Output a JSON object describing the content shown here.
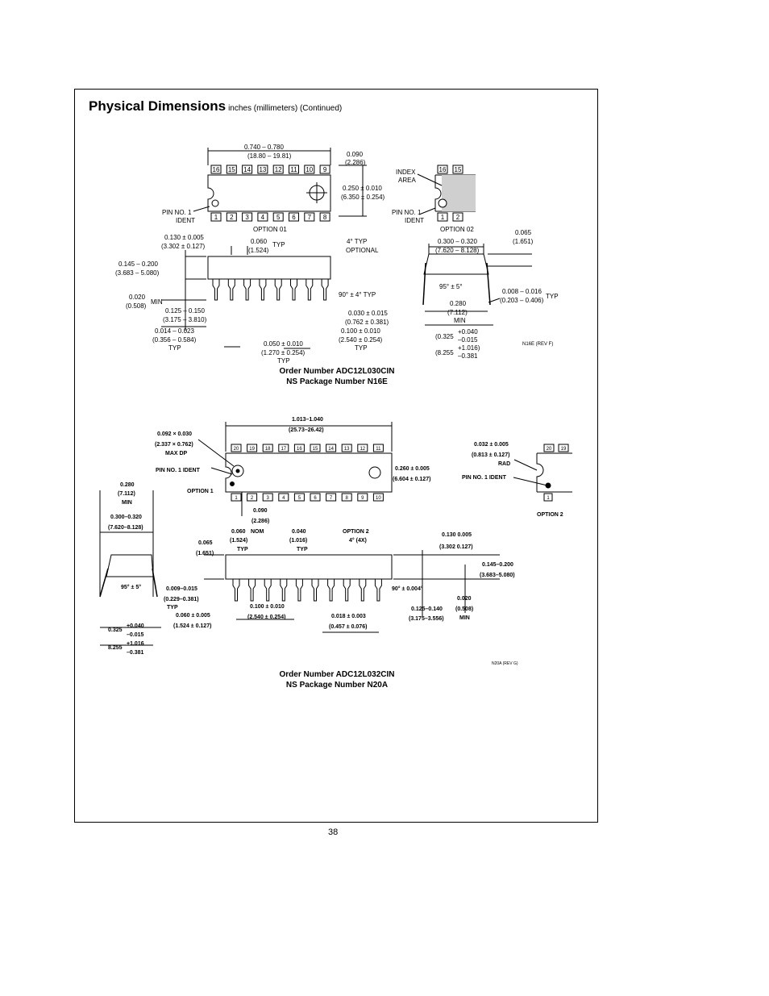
{
  "header": {
    "title": "Physical Dimensions",
    "subtitle": "inches (millimeters) (Continued)"
  },
  "n16e": {
    "order_line": "Order Number ADC12L030CIN",
    "package_line": "NS Package Number N16E",
    "rev": "N16E (REV F)",
    "top_pins": [
      "16",
      "15",
      "14",
      "13",
      "12",
      "11",
      "10",
      "9"
    ],
    "bottom_pins": [
      "1",
      "2",
      "3",
      "4",
      "5",
      "6",
      "7",
      "8"
    ],
    "opt2_top_pins": [
      "16",
      "15"
    ],
    "opt2_bottom_pins": [
      "1",
      "2"
    ],
    "length_in": "0.740 – 0.780",
    "length_mm": "(18.80 – 19.81)",
    "end_in": "0.090",
    "end_mm": "(2.286)",
    "width_in": "0.250 ± 0.010",
    "width_mm": "(6.350 ± 0.254)",
    "pin1_a": "PIN NO. 1",
    "pin1_b": "IDENT",
    "option01": "OPTION 01",
    "option02": "OPTION 02",
    "index_a": "INDEX",
    "index_b": "AREA",
    "pin1b_a": "PIN NO. 1",
    "pin1b_b": "IDENT",
    "d1_in": "0.130 ± 0.005",
    "d1_mm": "(3.302 ± 0.127)",
    "d2_in": "0.060",
    "d2_mm": "(1.524)",
    "typ": "TYP",
    "ang_a": "4° TYP",
    "ang_b": "OPTIONAL",
    "d3_in": "0.145 – 0.200",
    "d3_mm": "(3.683 – 5.080)",
    "d4_in": "0.020",
    "d4_mm": "(0.508)",
    "min": "MIN",
    "ang2": "90° ± 4° TYP",
    "d5_in": "0.125 – 0.150",
    "d5_mm": "(3.175 – 3.810)",
    "d6_in": "0.030 ± 0.015",
    "d6_mm": "(0.762 ± 0.381)",
    "d7_in": "0.014 – 0.023",
    "d7_mm": "(0.356 – 0.584)",
    "d8_in": "0.100 ± 0.010",
    "d8_mm": "(2.540 ± 0.254)",
    "d9_in": "0.050 ± 0.010",
    "d9_mm": "(1.270 ± 0.254)",
    "e1_in": "0.300 – 0.320",
    "e1_mm": "(7.620 – 8.128)",
    "e2_in": "0.065",
    "e2_mm": "(1.651)",
    "ang3": "95° ± 5°",
    "e3_in": "0.008 – 0.016",
    "e3_mm": "(0.203 – 0.406)",
    "e4_in": "0.280",
    "e4_mm": "(7.112)",
    "e5_a": "(0.325",
    "e5_b": "+0.040",
    "e5_c": "–0.015",
    "e6_a": "(8.255",
    "e6_b": "+1.016)",
    "e6_c": "–0.381"
  },
  "n20a": {
    "order_line": "Order Number ADC12L032CIN",
    "package_line": "NS Package Number N20A",
    "rev": "N20A (REV G)",
    "top_pins": [
      "20",
      "19",
      "18",
      "17",
      "16",
      "15",
      "14",
      "13",
      "12",
      "11"
    ],
    "bottom_pins": [
      "1",
      "2",
      "3",
      "4",
      "5",
      "6",
      "7",
      "8",
      "9",
      "10"
    ],
    "opt2_top_pins": [
      "20",
      "19"
    ],
    "opt2_bottom_pin": "1",
    "length_in": "1.013–1.040",
    "length_mm": "(25.73–26.42)",
    "dp_in": "0.092 × 0.030",
    "dp_mm": "(2.337 × 0.762)",
    "dp_c": "MAX DP",
    "pin1": "PIN NO. 1 IDENT",
    "option1": "OPTION 1",
    "width_in": "0.260 ± 0.005",
    "width_mm": "(6.604 ± 0.127)",
    "rad_in": "0.032 ± 0.005",
    "rad_mm": "(0.813 ± 0.127)",
    "rad": "RAD",
    "pin1b": "PIN NO. 1 IDENT",
    "option2": "OPTION 2",
    "f1_in": "0.280",
    "f1_mm": "(7.112)",
    "min": "MIN",
    "f2_in": "0.300–0.320",
    "f2_mm": "(7.620–8.128)",
    "f3_in": "0.090",
    "f3_mm": "(2.286)",
    "f4_in": "0.060",
    "f4_mm": "(1.524)",
    "nom": "NOM",
    "typ": "TYP",
    "f5_in": "0.040",
    "f5_mm": "(1.016)",
    "opt2_a": "OPTION 2",
    "opt2_b": "4° (4X)",
    "f6_in": "0.130   0.005",
    "f6_mm": "(3.302   0.127)",
    "f7_in": "0.065",
    "f7_mm": "(1.651)",
    "f8_in": "0.145–0.200",
    "f8_mm": "(3.683–5.080)",
    "ang1": "95° ± 5°",
    "f9_in": "0.009–0.015",
    "f9_mm": "(0.229–0.381)",
    "ang2": "90° ± 0.004°",
    "f10_in": "0.100 ± 0.010",
    "f10_mm": "(2.540 ± 0.254)",
    "f11_in": "0.020",
    "f11_mm": "(0.508)",
    "f12_in": "0.125–0.140",
    "f12_mm": "(3.175–3.556)",
    "f13_in": "0.060 ± 0.005",
    "f13_mm": "(1.524 ± 0.127)",
    "f14_in": "0.018 ± 0.003",
    "f14_mm": "(0.457 ± 0.076)",
    "f15_a": "0.325",
    "f15_b": "+0.040",
    "f15_c": "–0.015",
    "f16_a": "8.255",
    "f16_b": "+1.016",
    "f16_c": "–0.381"
  },
  "page_number": "38"
}
